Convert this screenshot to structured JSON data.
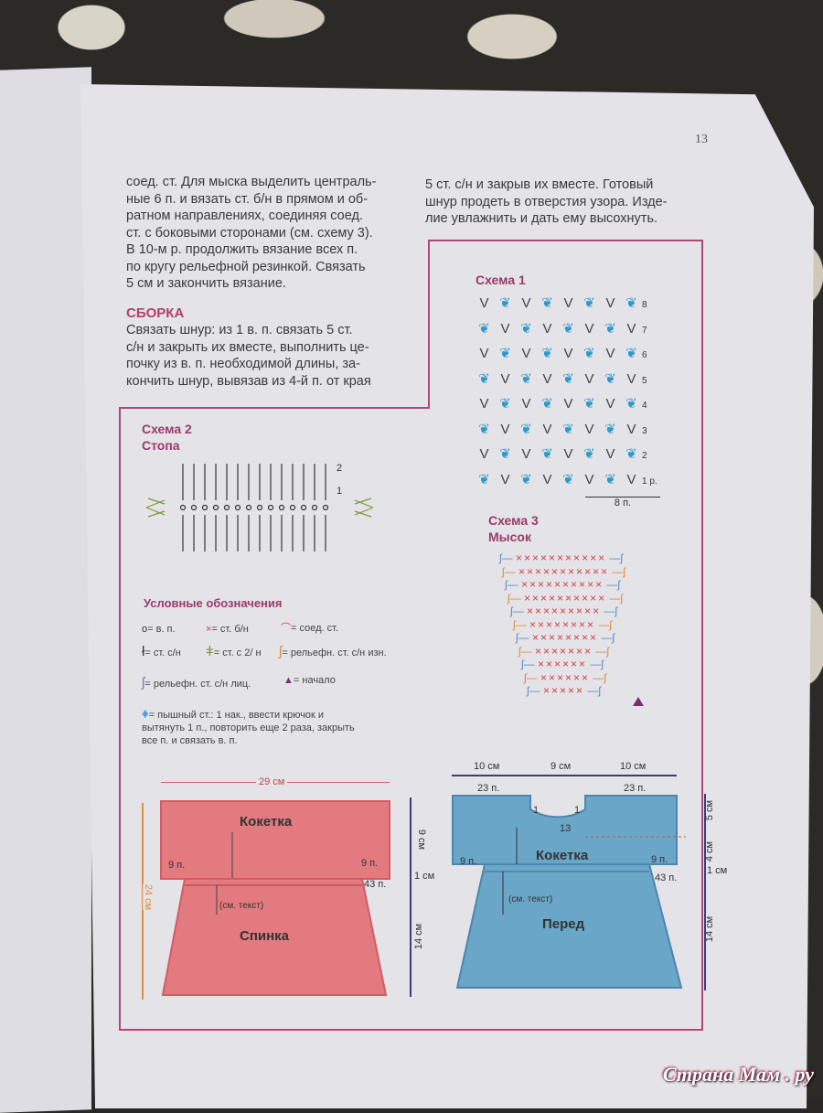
{
  "page_number": "13",
  "text_left": [
    "соед. ст. Для мыска выделить централь-",
    "ные 6 п. и вязать ст. б/н в прямом и об-",
    "ратном направлениях, соединяя соед.",
    "ст. с боковыми сторонами (см. схему 3).",
    "В 10-м р. продолжить вязание всех п.",
    "по кругу рельефной резинкой. Связать",
    "5 см и закончить вязание."
  ],
  "assembly": {
    "heading": "СБОРКА",
    "lines": [
      "Связать шнур: из 1 в. п. связать 5 ст.",
      "с/н и закрыть их вместе, выполнить це-",
      "почку из в. п. необходимой длины, за-",
      "кончить шнур, вывязав из 4-й п. от края"
    ]
  },
  "text_right": [
    "5 ст. с/н и закрыв их вместе. Готовый",
    "шнур продеть в отверстия узора. Изде-",
    "лие увлажнить и дать ему высохнуть."
  ],
  "scheme1": {
    "title": "Схема 1",
    "rows": [
      "8",
      "7",
      "6",
      "5",
      "4",
      "3",
      "2",
      "1 р."
    ],
    "repeat": "8 п."
  },
  "scheme2": {
    "title": "Схема 2",
    "subtitle": "Стопа",
    "marks": [
      "2",
      "1"
    ]
  },
  "scheme3": {
    "title": "Схема 3",
    "subtitle": "Мысок"
  },
  "legend": {
    "title": "Условные обозначения",
    "items": [
      {
        "symbol": "o",
        "text": "= в. п."
      },
      {
        "symbol": "×",
        "text": "= ст. б/н"
      },
      {
        "symbol": "⌒",
        "text": "= соед. ст."
      },
      {
        "symbol": "ł",
        "text": "= ст. с/н"
      },
      {
        "symbol": "ǂ",
        "text": "= ст. с 2/ н"
      },
      {
        "symbol": "ʃ",
        "text": "= рельефн. ст. с/н изн."
      },
      {
        "symbol": "ʃ",
        "text": "= рельефн. ст. с/н лиц."
      },
      {
        "symbol": "▲",
        "text": "= начало"
      },
      {
        "symbol": "♦",
        "text": "= пышный ст.: 1 нак., ввести крючок и вытянуть 1 п., повторить еще 2 раза, закрыть все п. и связать в. п."
      }
    ]
  },
  "back": {
    "width": "29 см",
    "height": "24 см",
    "yoke": "Кокетка",
    "name": "Спинка",
    "side_left": "9 п.",
    "side_right": "9 п.",
    "stitches": "43 п.",
    "note": "(см. текст)",
    "dims": [
      "9 см",
      "1 см",
      "14 см"
    ]
  },
  "front": {
    "top_dims": [
      "10 см",
      "9 см",
      "10 см"
    ],
    "top_left": "23 п.",
    "top_right": "23 п.",
    "neck": [
      "1",
      "1",
      "13"
    ],
    "yoke": "Кокетка",
    "name": "Перед",
    "side_left": "9 п.",
    "side_right": "9 п.",
    "stitches": "43 п.",
    "note": "(см. текст)",
    "dims": [
      "5 см",
      "4 см",
      "1 см",
      "14 см"
    ]
  },
  "watermark": "Страна Мам . ру",
  "colors": {
    "accent": "#b0477a",
    "back_piece": "#e27a80",
    "front_piece": "#6aa6c8",
    "dims": "#3e3f7a"
  }
}
